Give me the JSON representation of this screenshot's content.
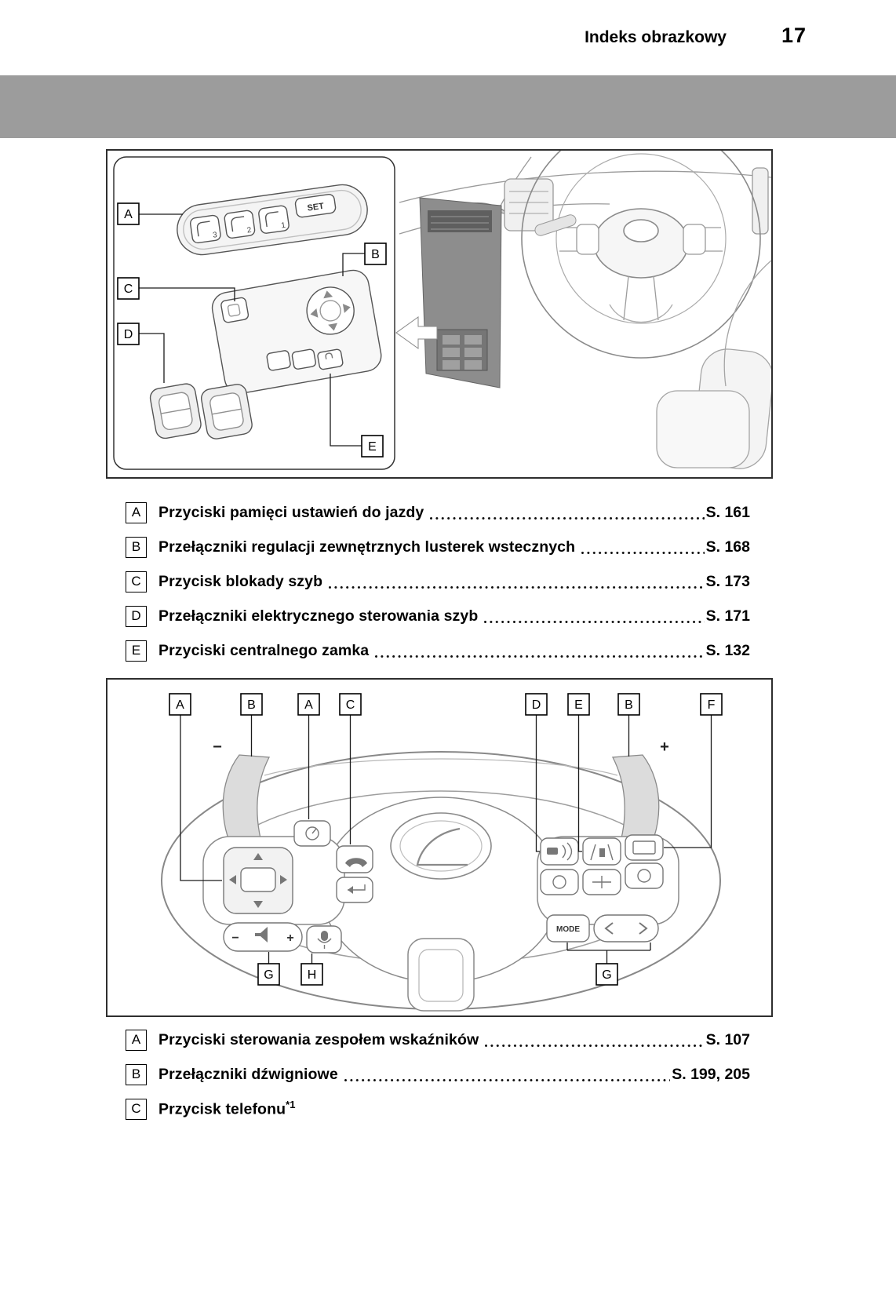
{
  "header": {
    "title": "Indeks obrazkowy",
    "page_number": "17"
  },
  "figure1": {
    "callouts": [
      "A",
      "B",
      "C",
      "D",
      "E"
    ],
    "inset": {
      "set_label": "SET",
      "memory_buttons": [
        "3",
        "2",
        "1"
      ]
    },
    "items": [
      {
        "label": "A",
        "text": "Przyciski pamięci ustawień do jazdy",
        "page": "S. 161"
      },
      {
        "label": "B",
        "text": "Przełączniki regulacji zewnętrznych lusterek wstecznych",
        "page": "S. 168"
      },
      {
        "label": "C",
        "text": "Przycisk blokady szyb",
        "page": "S. 173"
      },
      {
        "label": "D",
        "text": "Przełączniki elektrycznego sterowania szyb",
        "page": "S. 171"
      },
      {
        "label": "E",
        "text": "Przyciski centralnego zamka",
        "page": "S. 132"
      }
    ]
  },
  "figure2": {
    "callouts_top": [
      "A",
      "B",
      "A",
      "C",
      "D",
      "E",
      "B",
      "F"
    ],
    "callouts_bottom": [
      "G",
      "H",
      "G"
    ],
    "paddle_labels": {
      "minus": "−",
      "plus": "+"
    },
    "volume_labels": {
      "minus": "−",
      "plus": "+"
    },
    "button_labels": {
      "mode": "MODE"
    },
    "items": [
      {
        "label": "A",
        "text": "Przyciski sterowania zespołem wskaźników",
        "page": "S. 107"
      },
      {
        "label": "B",
        "text": "Przełączniki dźwigniowe",
        "page": "S. 199, 205"
      },
      {
        "label": "C",
        "text": "Przycisk telefonu",
        "suffix": "*1",
        "page": ""
      }
    ]
  }
}
